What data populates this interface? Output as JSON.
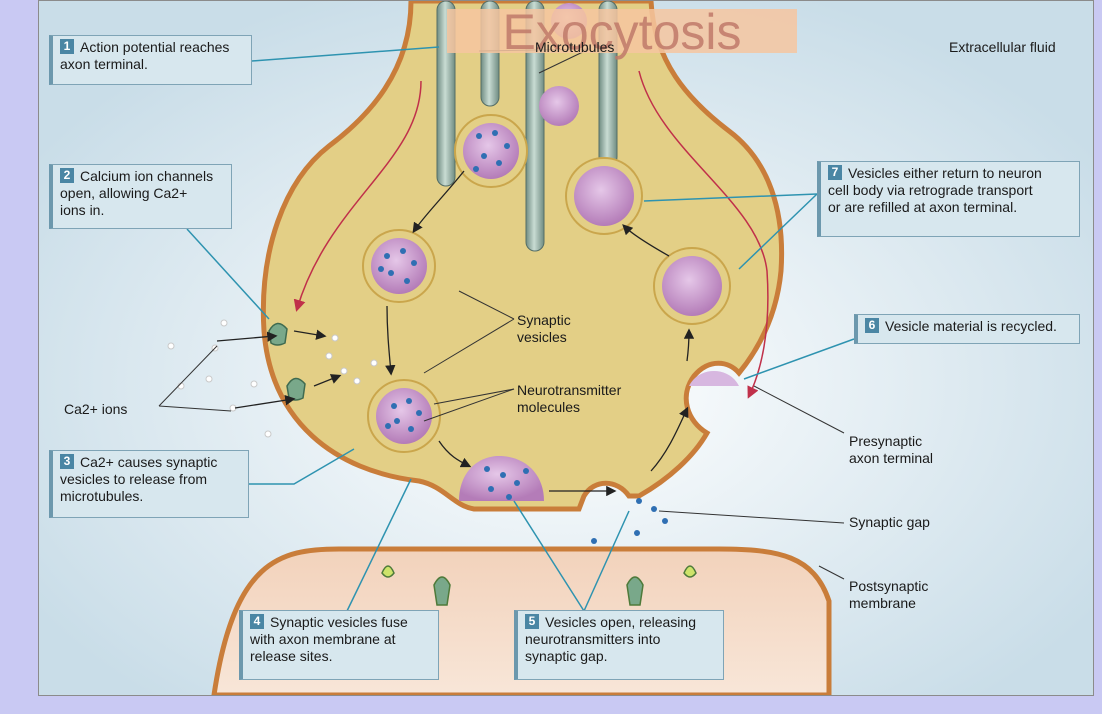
{
  "title": "Exocytosis",
  "labels": {
    "microtubules": "Microtubules",
    "extracellular_fluid": "Extracellular fluid",
    "synaptic_vesicles": "Synaptic\nvesicles",
    "neurotransmitter_molecules": "Neurotransmitter\nmolecules",
    "ca_ions": "Ca2+ ions",
    "presynaptic_terminal": "Presynaptic\naxon terminal",
    "synaptic_gap": "Synaptic gap",
    "postsynaptic_membrane": "Postsynaptic\nmembrane"
  },
  "steps": [
    {
      "num": "1",
      "text": "Action potential reaches\naxon terminal."
    },
    {
      "num": "2",
      "text": "Calcium ion channels\nopen, allowing Ca2+\nions in."
    },
    {
      "num": "3",
      "text": "Ca2+ causes synaptic\nvesicles to release from\nmicrotubules."
    },
    {
      "num": "4",
      "text": "Synaptic vesicles fuse\nwith axon membrane at\nrelease sites."
    },
    {
      "num": "5",
      "text": "Vesicles open, releasing\nneurotransmitters into\nsynaptic gap."
    },
    {
      "num": "6",
      "text": "Vesicle material is recycled."
    },
    {
      "num": "7",
      "text": "Vesicles either return to neuron\ncell body via retrograde transport\nor are refilled at axon terminal."
    }
  ],
  "colors": {
    "terminal_fill": "#e3cf86",
    "membrane": "#c97d3a",
    "vesicle": "#c48fc5",
    "neurotransmitter": "#2f6fb3",
    "microtubule": "#88a39a",
    "callout_fill": "#d7e7ee",
    "callout_badge": "#4a86a4",
    "leader_line": "#2e93b0"
  }
}
